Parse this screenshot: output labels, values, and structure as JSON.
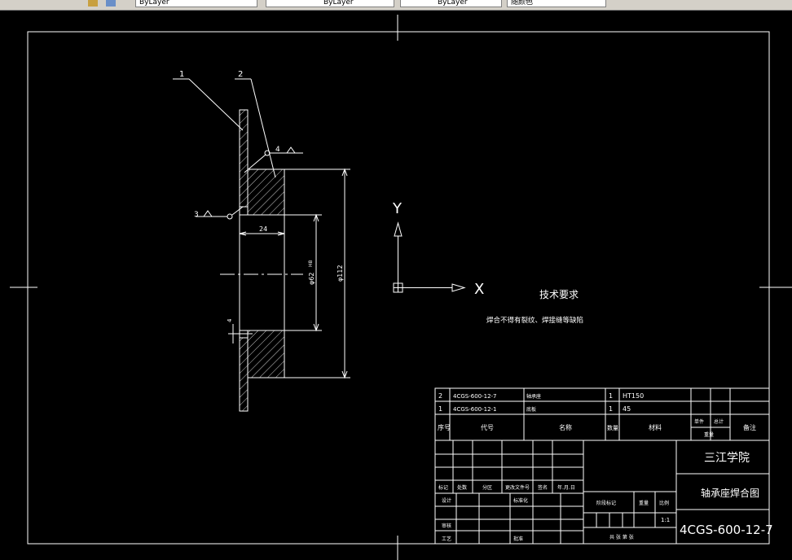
{
  "toolbar": {
    "layer_color": "ByLayer",
    "linetype": "ByLayer",
    "lineweight": "ByLayer",
    "plot_style": "随颜色"
  },
  "drawing": {
    "leaders": [
      "1",
      "2",
      "3",
      "4"
    ],
    "weld_symbol_text": "4",
    "dims": {
      "width": "24",
      "inner_dia": "φ62",
      "inner_tol": "H8",
      "outer_dia": "φ112",
      "small": "4"
    },
    "ucs": {
      "y": "Y",
      "x": "X"
    },
    "tech_title": "技术要求",
    "tech_note": "焊合不得有裂纹、焊接缝等缺陷"
  },
  "title_block": {
    "bom_rows": [
      {
        "num": "2",
        "code": "4CGS-600-12-7",
        "name": "轴承座",
        "qty": "1",
        "mat": "HT150"
      },
      {
        "num": "1",
        "code": "4CGS-600-12-1",
        "name": "底板",
        "qty": "1",
        "mat": "45"
      }
    ],
    "bom_header": {
      "num": "序号",
      "code": "代号",
      "name": "名称",
      "qty": "数量",
      "mat": "材料",
      "unit": "单件",
      "total": "总计",
      "weight": "重量",
      "remark": "备注"
    },
    "rev_labels": [
      "标记",
      "处数",
      "分区",
      "更改文件号",
      "签名",
      "年.月.日"
    ],
    "design": "设计",
    "standard": "标准化",
    "review": "审核",
    "process": "工艺",
    "approve": "批准",
    "stage_label": "阶段标记",
    "weight_label": "重量",
    "scale_label": "比例",
    "scale_value": "1:1",
    "sheet_info": "共  张 第  张",
    "school": "三江学院",
    "drawing_name": "轴承座焊合图",
    "drawing_code": "4CGS-600-12-7"
  },
  "colors": {
    "bg": "#000000",
    "line": "#ffffff",
    "toolbar": "#d4d0c8"
  }
}
